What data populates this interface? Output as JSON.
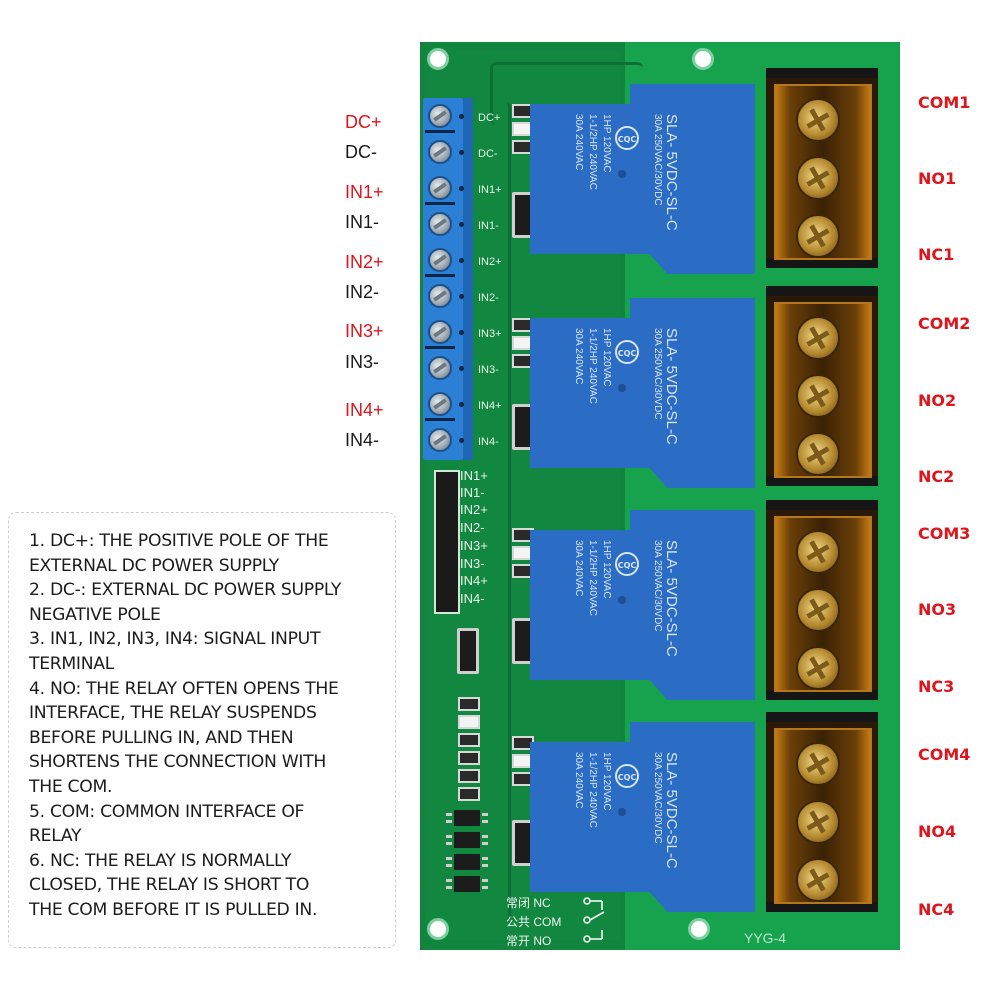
{
  "left_labels": [
    {
      "text": "DC+",
      "color": "#e0141b"
    },
    {
      "text": "DC-",
      "color": "#1a1a1a"
    },
    {
      "text": "IN1+",
      "color": "#e0141b"
    },
    {
      "text": "IN1-",
      "color": "#1a1a1a"
    },
    {
      "text": "IN2+",
      "color": "#e0141b"
    },
    {
      "text": "IN2-",
      "color": "#1a1a1a"
    },
    {
      "text": "IN3+",
      "color": "#e0141b"
    },
    {
      "text": "IN3-",
      "color": "#1a1a1a"
    },
    {
      "text": "IN4+",
      "color": "#e0141b"
    },
    {
      "text": "IN4-",
      "color": "#1a1a1a"
    }
  ],
  "right_labels": [
    "COM1",
    "NO1",
    "NC1",
    "COM2",
    "NO2",
    "NC2",
    "COM3",
    "NO3",
    "NC3",
    "COM4",
    "NO4",
    "NC4"
  ],
  "silk_terminal": [
    "DC+",
    "DC-",
    "IN1+",
    "IN1-",
    "IN2+",
    "IN2-",
    "IN3+",
    "IN3-",
    "IN4+",
    "IN4-"
  ],
  "silk_header": [
    "IN1+",
    "IN1-",
    "IN2+",
    "IN2-",
    "IN3+",
    "IN3-",
    "IN4+",
    "IN4-"
  ],
  "relay": {
    "model": "SLA- 5VDC-SL-C",
    "rating1": "30A  250VAC/30VDC",
    "rating2": "1HP 120VAC",
    "rating3": "1-1/2HP 240VAC",
    "rating4": "30A  240VAC",
    "cert": "CQC"
  },
  "legend": {
    "nc": "常闭 NC",
    "com": "公共 COM",
    "no": "常开 NO"
  },
  "board_id": "YYG-4",
  "notes": [
    "1. DC+: THE POSITIVE POLE OF THE",
    "EXTERNAL DC POWER SUPPLY",
    "2. DC-: EXTERNAL DC POWER SUPPLY",
    "NEGATIVE POLE",
    "3. IN1, IN2, IN3, IN4: SIGNAL INPUT",
    "TERMINAL",
    "4. NO: THE RELAY OFTEN OPENS THE",
    "INTERFACE, THE RELAY SUSPENDS",
    "BEFORE PULLING IN, AND THEN",
    "SHORTENS THE CONNECTION WITH",
    "THE COM.",
    "5. COM: COMMON INTERFACE OF",
    "RELAY",
    "6. NC: THE RELAY IS NORMALLY",
    "CLOSED, THE RELAY IS SHORT TO",
    "THE COM BEFORE IT IS PULLED IN."
  ],
  "colors": {
    "pcb_green": "#17a24e",
    "label_red": "#e0141b",
    "relay_blue": "#2b6cc4",
    "terminal_blue": "#2b7fd4",
    "terminal_amber": "#c27a12"
  }
}
